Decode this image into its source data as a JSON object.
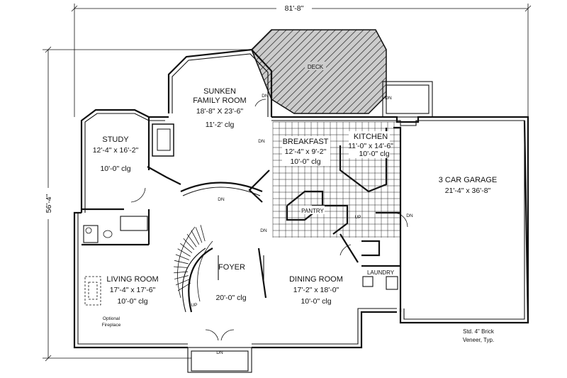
{
  "dimensions": {
    "width_total": "81'-8\"",
    "depth_total": "56'-4\""
  },
  "rooms": {
    "deck": {
      "name": "DECK"
    },
    "family": {
      "name_line1": "SUNKEN",
      "name_line2": "FAMILY ROOM",
      "size": "18'-8\" X 23'-6\"",
      "ceiling": "11'-2' clg"
    },
    "study": {
      "name": "STUDY",
      "size": "12'-4\" x 16'-2\"",
      "ceiling": "10'-0\" clg"
    },
    "breakfast": {
      "name": "BREAKFAST",
      "size": "12'-4\" x 9'-2\"",
      "ceiling": "10'-0\" clg"
    },
    "kitchen": {
      "name": "KITCHEN",
      "size": "11'-0\" x 14'-6\"",
      "ceiling": "10'-0\" clg"
    },
    "garage": {
      "name": "3 CAR GARAGE",
      "size": "21'-4\" x 36'-8\""
    },
    "pantry": {
      "name": "PANTRY"
    },
    "foyer": {
      "name": "FOYER",
      "ceiling": "20'-0\" clg"
    },
    "living": {
      "name": "LIVING ROOM",
      "size": "17'-4\" x 17'-6\"",
      "ceiling": "10'-0\" clg"
    },
    "dining": {
      "name": "DINING ROOM",
      "size": "17'-2\" x 18'-0\"",
      "ceiling": "10'-0\" clg"
    },
    "laundry": {
      "name": "LAUNDRY"
    }
  },
  "markers": {
    "down": "DN",
    "up": "UP"
  },
  "notes": {
    "fireplace_line1": "Optional",
    "fireplace_line2": "Fireplace",
    "veneer_line1": "Std. 4\" Brick",
    "veneer_line2": "Veneer, Typ."
  }
}
